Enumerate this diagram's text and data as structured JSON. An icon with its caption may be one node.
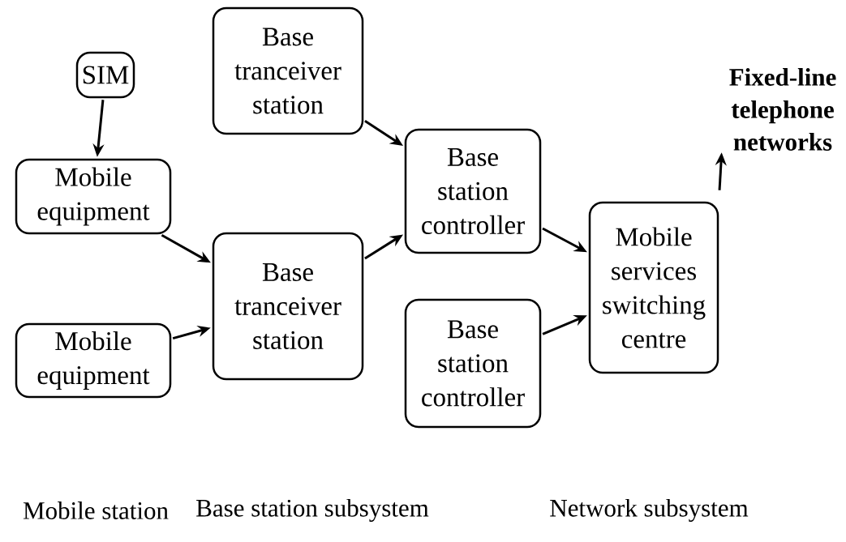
{
  "diagram": {
    "nodes": [
      {
        "text": [
          "SIM"
        ]
      },
      {
        "text": [
          "Mobile equipment"
        ]
      },
      {
        "text": [
          "Mobile equipment"
        ]
      },
      {
        "text": [
          "Base tranceiver station"
        ]
      },
      {
        "text": [
          "Base tranceiver station"
        ]
      },
      {
        "text": [
          "Base station controller"
        ]
      },
      {
        "text": [
          "Base station controller"
        ]
      },
      {
        "text": [
          "Mobile services switching centre"
        ]
      },
      {
        "text": [
          "Fixed-line telephone networks"
        ]
      }
    ],
    "edges": [
      {
        "from": 0,
        "to": 1,
        "arrow": "to"
      },
      {
        "from": 1,
        "to": 4,
        "arrow": "to"
      },
      {
        "from": 2,
        "to": 4,
        "arrow": "to"
      },
      {
        "from": 3,
        "to": 5,
        "arrow": "to"
      },
      {
        "from": 4,
        "to": 5,
        "arrow": "to"
      },
      {
        "from": 5,
        "to": 7,
        "arrow": "to"
      },
      {
        "from": 6,
        "to": 7,
        "arrow": "to"
      },
      {
        "from": 7,
        "to": 8,
        "arrow": "to"
      }
    ],
    "labels": [
      "Mobile station",
      "Base station subsystem",
      "Network subsystem"
    ]
  }
}
